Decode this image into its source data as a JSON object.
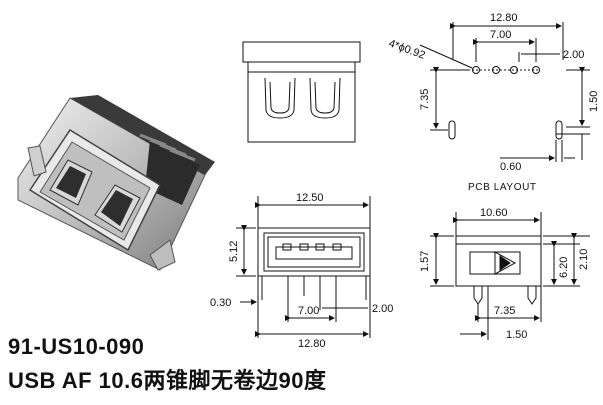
{
  "part_number": "91-US10-090",
  "description": "USB AF 10.6两锥脚无卷边90度",
  "pcb_layout_label": "PCB LAYOUT",
  "dims": {
    "pcb_width": "12.80",
    "pcb_pin_span": "7.00",
    "pcb_pin_pitch": "2.00",
    "pcb_hole": "4*ϕ0.92",
    "pcb_depth": "7.35",
    "pcb_side": "1.50",
    "pcb_offset": "0.60",
    "front_width": "12.50",
    "front_height": "5.12",
    "front_pin_offset": "0.30",
    "front_pin_span": "7.00",
    "front_pin_pitch": "2.00",
    "front_overall": "12.80",
    "side_length": "10.60",
    "side_height_a": "1.57",
    "side_height_b": "6.20",
    "side_height_c": "2.10",
    "side_pin_span": "7.35",
    "side_pin_offset": "1.50"
  },
  "colors": {
    "line": "#111111",
    "metal_light": "#d9d9d9",
    "metal_dark": "#4a4a4a",
    "plastic": "#2b2b2b"
  }
}
